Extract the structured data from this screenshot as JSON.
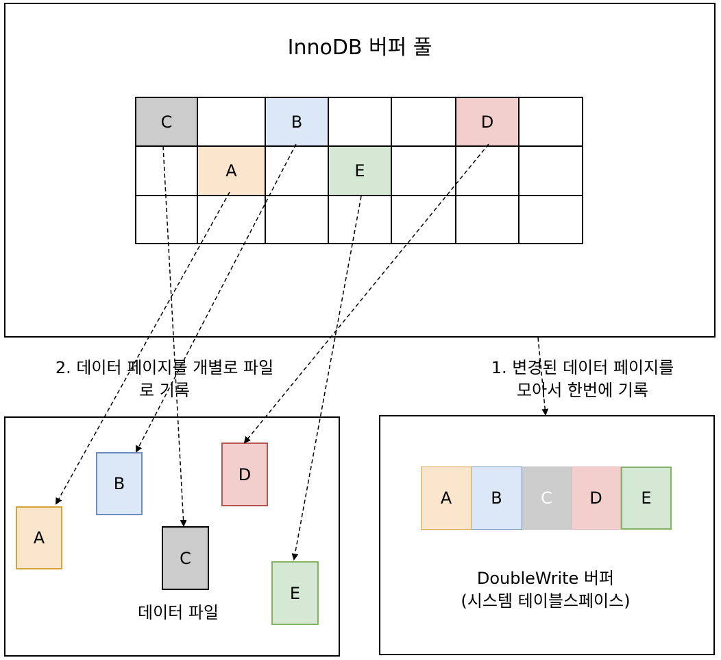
{
  "buffer_pool": {
    "title": "InnoDB 버퍼 풀",
    "pages": {
      "C": "C",
      "B": "B",
      "D": "D",
      "A": "A",
      "E": "E"
    }
  },
  "label_individual": {
    "line1": "2. 데이터 페이지를 개별로 파일",
    "line2": "로 기록"
  },
  "label_batch": {
    "line1": "1. 변경된 데이터 페이지를",
    "line2": "모아서 한번에 기록"
  },
  "data_file": {
    "title": "데이터 파일",
    "pages": {
      "A": "A",
      "B": "B",
      "C": "C",
      "D": "D",
      "E": "E"
    }
  },
  "doublewrite": {
    "title_line1": "DoubleWrite 버퍼",
    "title_line2": "(시스템 테이블스페이스)",
    "pages": [
      "A",
      "B",
      "C",
      "D",
      "E"
    ]
  },
  "colors": {
    "A_fill": "#fae5cd",
    "A_stroke": "#d6a23b",
    "B_fill": "#dce8f8",
    "B_stroke": "#6c8ebf",
    "C_fill": "#cccccc",
    "C_stroke": "#000000",
    "D_fill": "#f2cecd",
    "D_stroke": "#b85450",
    "E_fill": "#d5e8d4",
    "E_stroke": "#82b366"
  }
}
